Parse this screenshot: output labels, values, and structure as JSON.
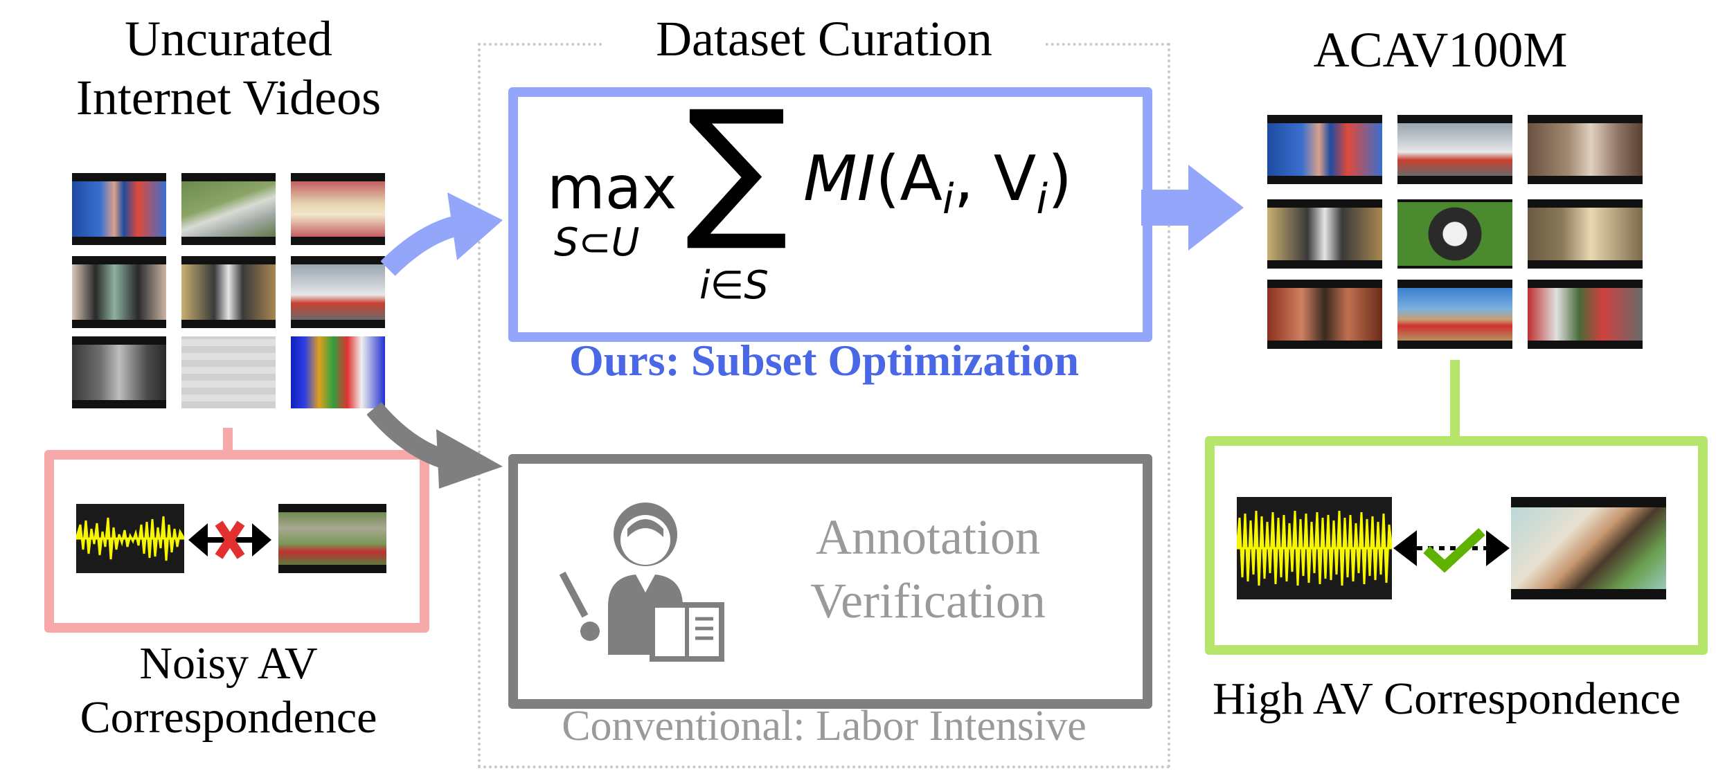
{
  "left": {
    "title_line1": "Uncurated",
    "title_line2": "Internet Videos",
    "caption_line1": "Noisy AV",
    "caption_line2": "Correspondence"
  },
  "center": {
    "title": "Dataset Curation",
    "formula": {
      "max": "max",
      "subscript": "S⊂U",
      "sum": "∑",
      "sum_subscript": "i∈S",
      "mi": "MI",
      "args": "(A",
      "i1": "i",
      "comma": ", V",
      "i2": "i",
      "close": ")"
    },
    "ours_caption": "Ours: Subset Optimization",
    "annotation_line1": "Annotation",
    "annotation_line2": "Verification",
    "conventional_caption": "Conventional: Labor Intensive"
  },
  "right": {
    "title": "ACAV100M",
    "caption": "High AV Correspondence"
  },
  "colors": {
    "ours_blue": "#4a68e6",
    "box_blue": "#93a6fa",
    "gray": "#7f7f7f",
    "pink": "#f7a8a8",
    "green": "#b5e56a",
    "waveform_yellow": "#f6f600",
    "cross_red": "#e23030",
    "check_green": "#5fb300"
  },
  "icons": {
    "cross": "cross-icon",
    "check": "check-icon",
    "annotator": "annotator-person-icon"
  }
}
